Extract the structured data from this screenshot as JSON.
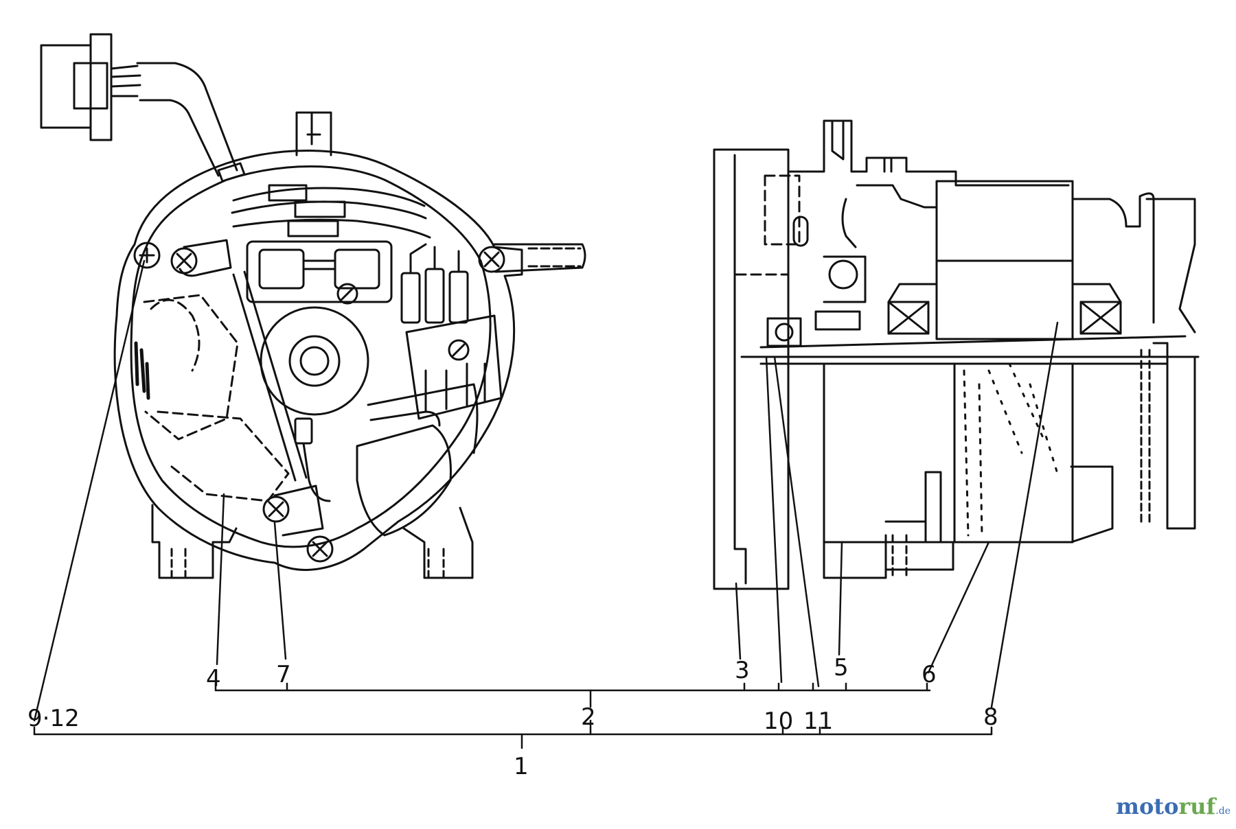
{
  "callouts": {
    "c4": "4",
    "c7": "7",
    "c3": "3",
    "c5": "5",
    "c6": "6",
    "c2": "2",
    "c10": "10",
    "c11": "11",
    "c8": "8",
    "c912": "9·12",
    "c1": "1"
  },
  "watermark": {
    "part1": "moto",
    "part2": "ruf",
    "part3": ".de"
  },
  "colors": {
    "ink": "#111111",
    "watermark_blue": "#3b6db3",
    "watermark_green": "#6aa84f"
  }
}
